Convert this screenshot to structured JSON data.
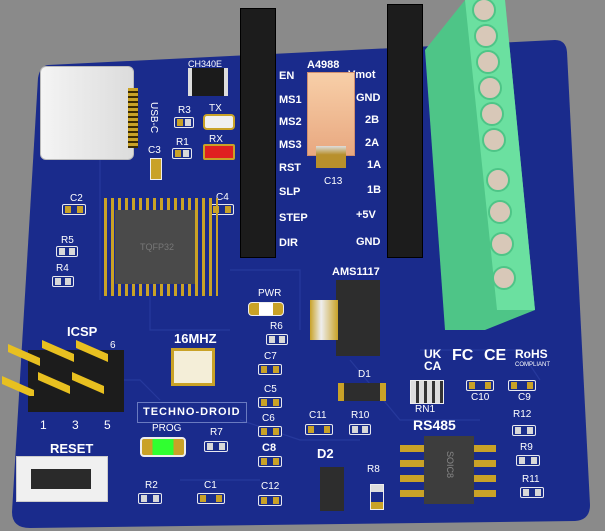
{
  "board": {
    "name": "TECHNO-DROID",
    "colors": {
      "pcb": "#1a2b8c",
      "background": "#8a8a8a",
      "terminal": "#6be0a0",
      "header": "#1c1c1c",
      "gold": "#c9a227",
      "rx_led": "#e02020",
      "prog_led": "#30ff30"
    }
  },
  "connectors": {
    "usb": "USB-C",
    "icsp": "ICSP",
    "icsp_pins": [
      "1",
      "3",
      "5",
      "6"
    ]
  },
  "chips": {
    "usb_uart": "CH340E",
    "mcu": "TQFP32",
    "regulator": "AMS1117",
    "rs485_label": "RS485",
    "rs485_pkg": "SOIC8",
    "crystal": "16MHZ",
    "driver": "A4988"
  },
  "driver_pins_left": [
    "EN",
    "MS1",
    "MS2",
    "MS3",
    "RST",
    "SLP",
    "STEP",
    "DIR"
  ],
  "driver_pins_right": [
    "Vmot",
    "GND",
    "2B",
    "2A",
    "1A",
    "1B",
    "+5V",
    "GND"
  ],
  "leds": {
    "tx": "TX",
    "rx": "RX",
    "pwr": "PWR",
    "prog": "PROG"
  },
  "buttons": {
    "reset": "RESET"
  },
  "components": {
    "r3": "R3",
    "r1": "R1",
    "c3": "C3",
    "c2": "C2",
    "c4": "C4",
    "r5": "R5",
    "r4": "R4",
    "c13": "C13",
    "r6": "R6",
    "c7": "C7",
    "c5": "C5",
    "c6": "C6",
    "c8": "C8",
    "c11": "C11",
    "r10": "R10",
    "d1": "D1",
    "d2": "D2",
    "r8": "R8",
    "r7": "R7",
    "r2": "R2",
    "c1": "C1",
    "c12": "C12",
    "rn1": "RN1",
    "c10": "C10",
    "c9": "C9",
    "r12": "R12",
    "r9": "R9",
    "r11": "R11"
  },
  "certifications": [
    "UK CA",
    "FC",
    "CE",
    "RoHS"
  ],
  "rohs_sub": "COMPLIANT"
}
